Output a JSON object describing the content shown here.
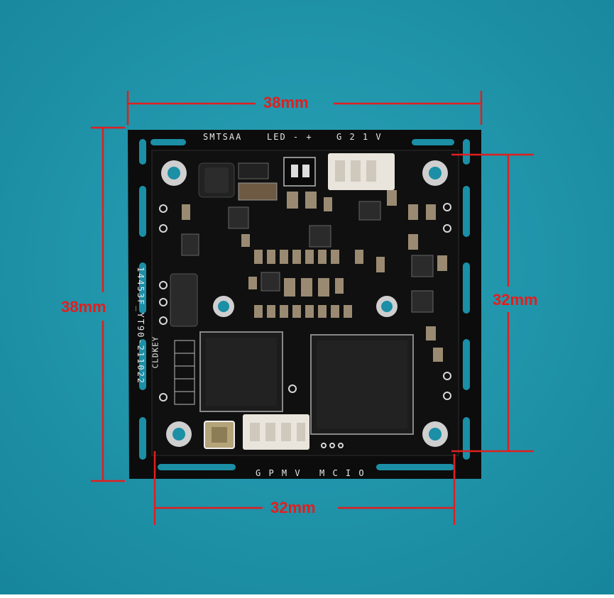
{
  "dimensions": {
    "top_width": "38mm",
    "left_height": "38mm",
    "right_height": "32mm",
    "bottom_width": "32mm"
  },
  "silkscreen": {
    "top_label_1": "SMTSAA",
    "top_label_2": "LED - +",
    "top_label_3": "G 2 1 V",
    "left_label_model": "14453F_YT90-211022",
    "left_label_key": "CLDKEY",
    "bottom_label_1": "G P M V",
    "bottom_label_2": "M C I O"
  },
  "colors": {
    "background": "#1b8fa6",
    "board": "#0c0c0c",
    "dimension_lines": "#e01f1f",
    "silkscreen": "#e8e8e8"
  }
}
